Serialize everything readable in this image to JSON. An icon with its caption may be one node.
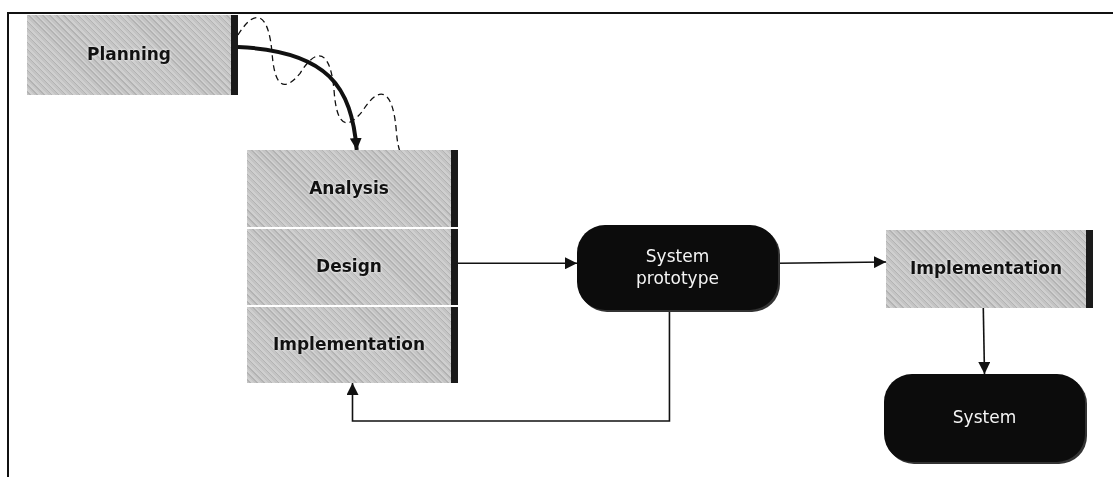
{
  "diagram": {
    "nodes": [
      {
        "text": [
          "Planning"
        ]
      },
      {
        "text": [
          "Analysis"
        ]
      },
      {
        "text": [
          "Design"
        ]
      },
      {
        "text": [
          "Implementation"
        ]
      },
      {
        "text": [
          "System prototype"
        ]
      },
      {
        "text": [
          "Implementation"
        ]
      },
      {
        "text": [
          "System"
        ]
      }
    ],
    "edges": [
      {
        "from": 0,
        "to": 1,
        "arrow": "to",
        "style": "thick"
      },
      {
        "from": 0,
        "to": 1,
        "arrow": "none",
        "style": "dashed"
      },
      {
        "from": 2,
        "to": 4,
        "arrow": "to"
      },
      {
        "from": 4,
        "to": 5,
        "arrow": "to"
      },
      {
        "from": 5,
        "to": 6,
        "arrow": "to"
      },
      {
        "from": 4,
        "to": 3,
        "arrow": "to"
      }
    ]
  }
}
